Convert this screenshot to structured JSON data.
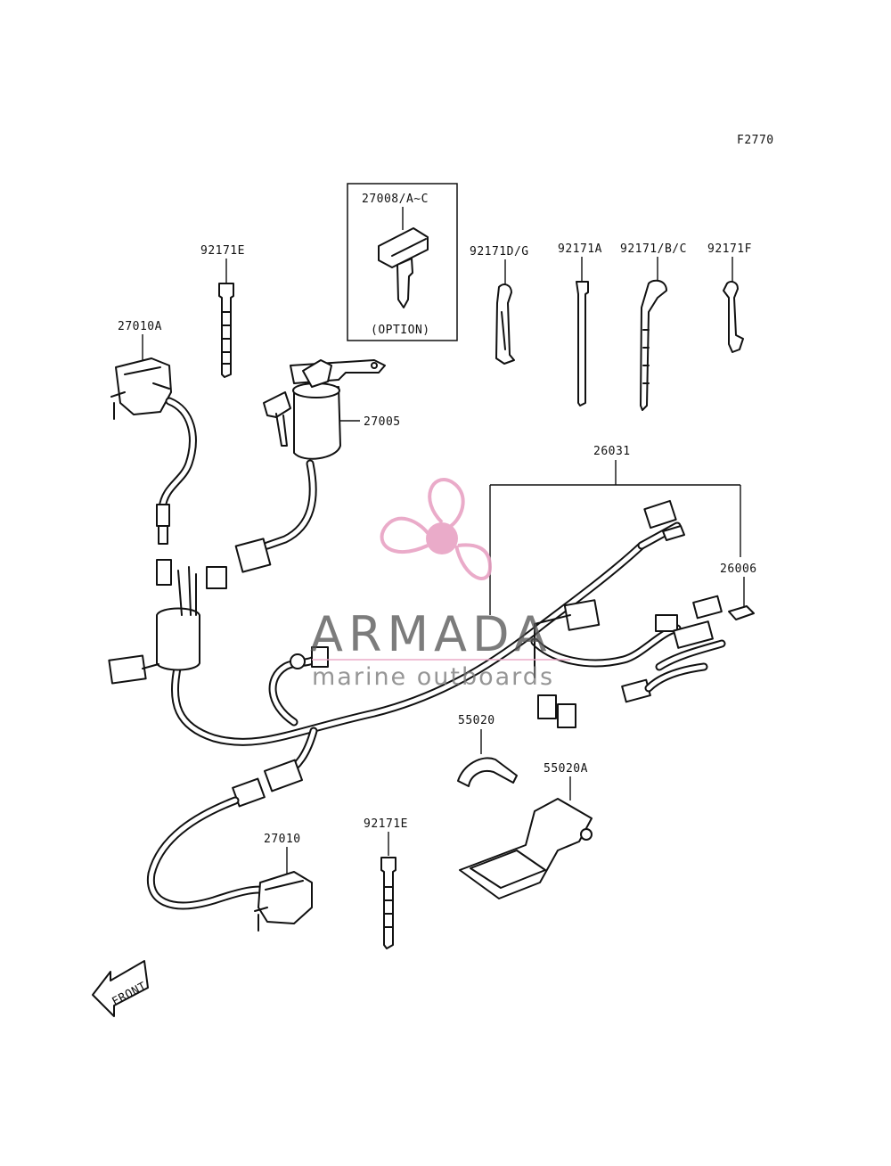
{
  "figure_code": "F2770",
  "labels": {
    "key": "27008/A~C",
    "option": "(OPTION)",
    "clamp_e_top": "92171E",
    "clamp_dg": "92171D/G",
    "clamp_a": "92171A",
    "clamp_bc": "92171/B/C",
    "clamp_f": "92171F",
    "switch_a": "27010A",
    "ignition_switch": "27005",
    "harness": "26031",
    "fuse": "26006",
    "cover": "55020",
    "cover_a": "55020A",
    "switch": "27010",
    "clamp_e_bottom": "92171E",
    "front": "FRONT"
  },
  "watermark": {
    "brand": "ARMADA",
    "tagline": "marine outboards",
    "color": "#e8a3c4"
  }
}
